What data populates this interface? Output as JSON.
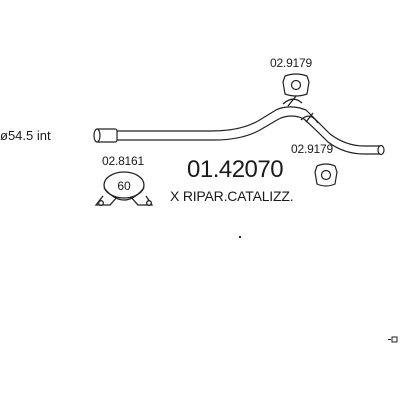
{
  "diagram": {
    "diameter_label": "ø54.5  int",
    "part_number": "01.42070",
    "description": "X RIPAR.CATALIZZ.",
    "hanger_top_code": "02.9179",
    "hanger_right_code": "02.9179",
    "clamp_code": "02.8161",
    "clamp_size": "60"
  }
}
